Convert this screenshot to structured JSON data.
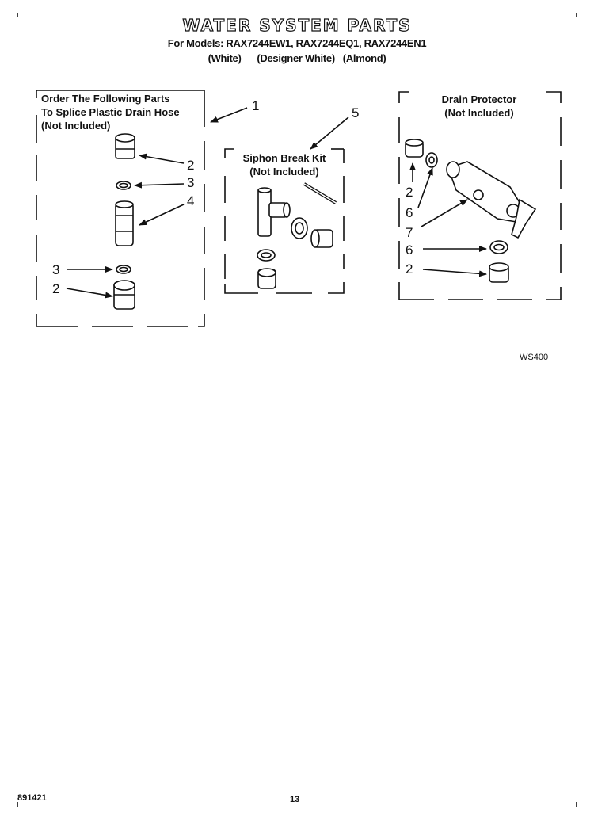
{
  "header": {
    "title": "WATER SYSTEM PARTS",
    "models_line": "For Models: RAX7244EW1,  RAX7244EQ1, RAX7244EN1",
    "colors_line": "(White)      (Designer White)   (Almond)"
  },
  "boxes": {
    "splice": {
      "title_lines": [
        "Order The Following Parts",
        "To Splice Plastic Drain Hose",
        "(Not Included)"
      ]
    },
    "siphon": {
      "title_lines": [
        "Siphon Break Kit",
        "(Not Included)"
      ]
    },
    "drain": {
      "title_lines": [
        "Drain Protector",
        "(Not Included)"
      ]
    }
  },
  "callouts": {
    "splice_box": "1",
    "splice_2a": "2",
    "splice_3a": "3",
    "splice_4": "4",
    "splice_3b": "3",
    "splice_2b": "2",
    "siphon_box": "5",
    "drain_2a": "2",
    "drain_6a": "6",
    "drain_7": "7",
    "drain_6b": "6",
    "drain_2b": "2"
  },
  "diagram_code": "WS400",
  "footer": {
    "doc_number": "891421",
    "page_number": "13"
  }
}
